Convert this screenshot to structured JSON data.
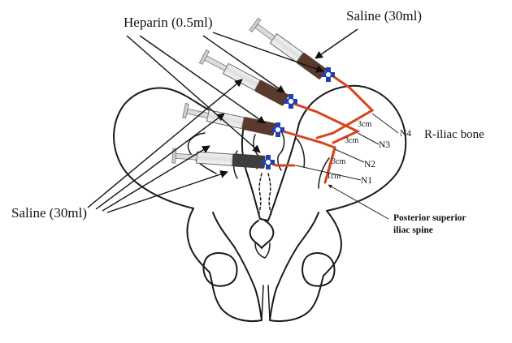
{
  "labels": {
    "heparin": "Heparin (0.5ml)",
    "saline_top": "Saline (30ml)",
    "saline_left": "Saline (30ml)",
    "r_iliac_bone": "R-iliac bone",
    "psis_line1": "Posterior superior",
    "psis_line2": "iliac spine",
    "n1": "N1",
    "n2": "N2",
    "n3": "N3",
    "n4": "N4",
    "dist_1cm": "1cm",
    "dist_3cm_a": "3cm",
    "dist_3cm_b": "3cm",
    "dist_3cm_c": "3cm"
  },
  "colors": {
    "needle": "#d9431e",
    "connector": "#1f3fb3",
    "syringe_fluid": "#5a3a2c",
    "syringe_barrel": "#e9e9e9",
    "ink": "#111111"
  },
  "icons": {
    "syringe": "syringe-icon",
    "stopcock": "three-way-stopcock-icon"
  }
}
